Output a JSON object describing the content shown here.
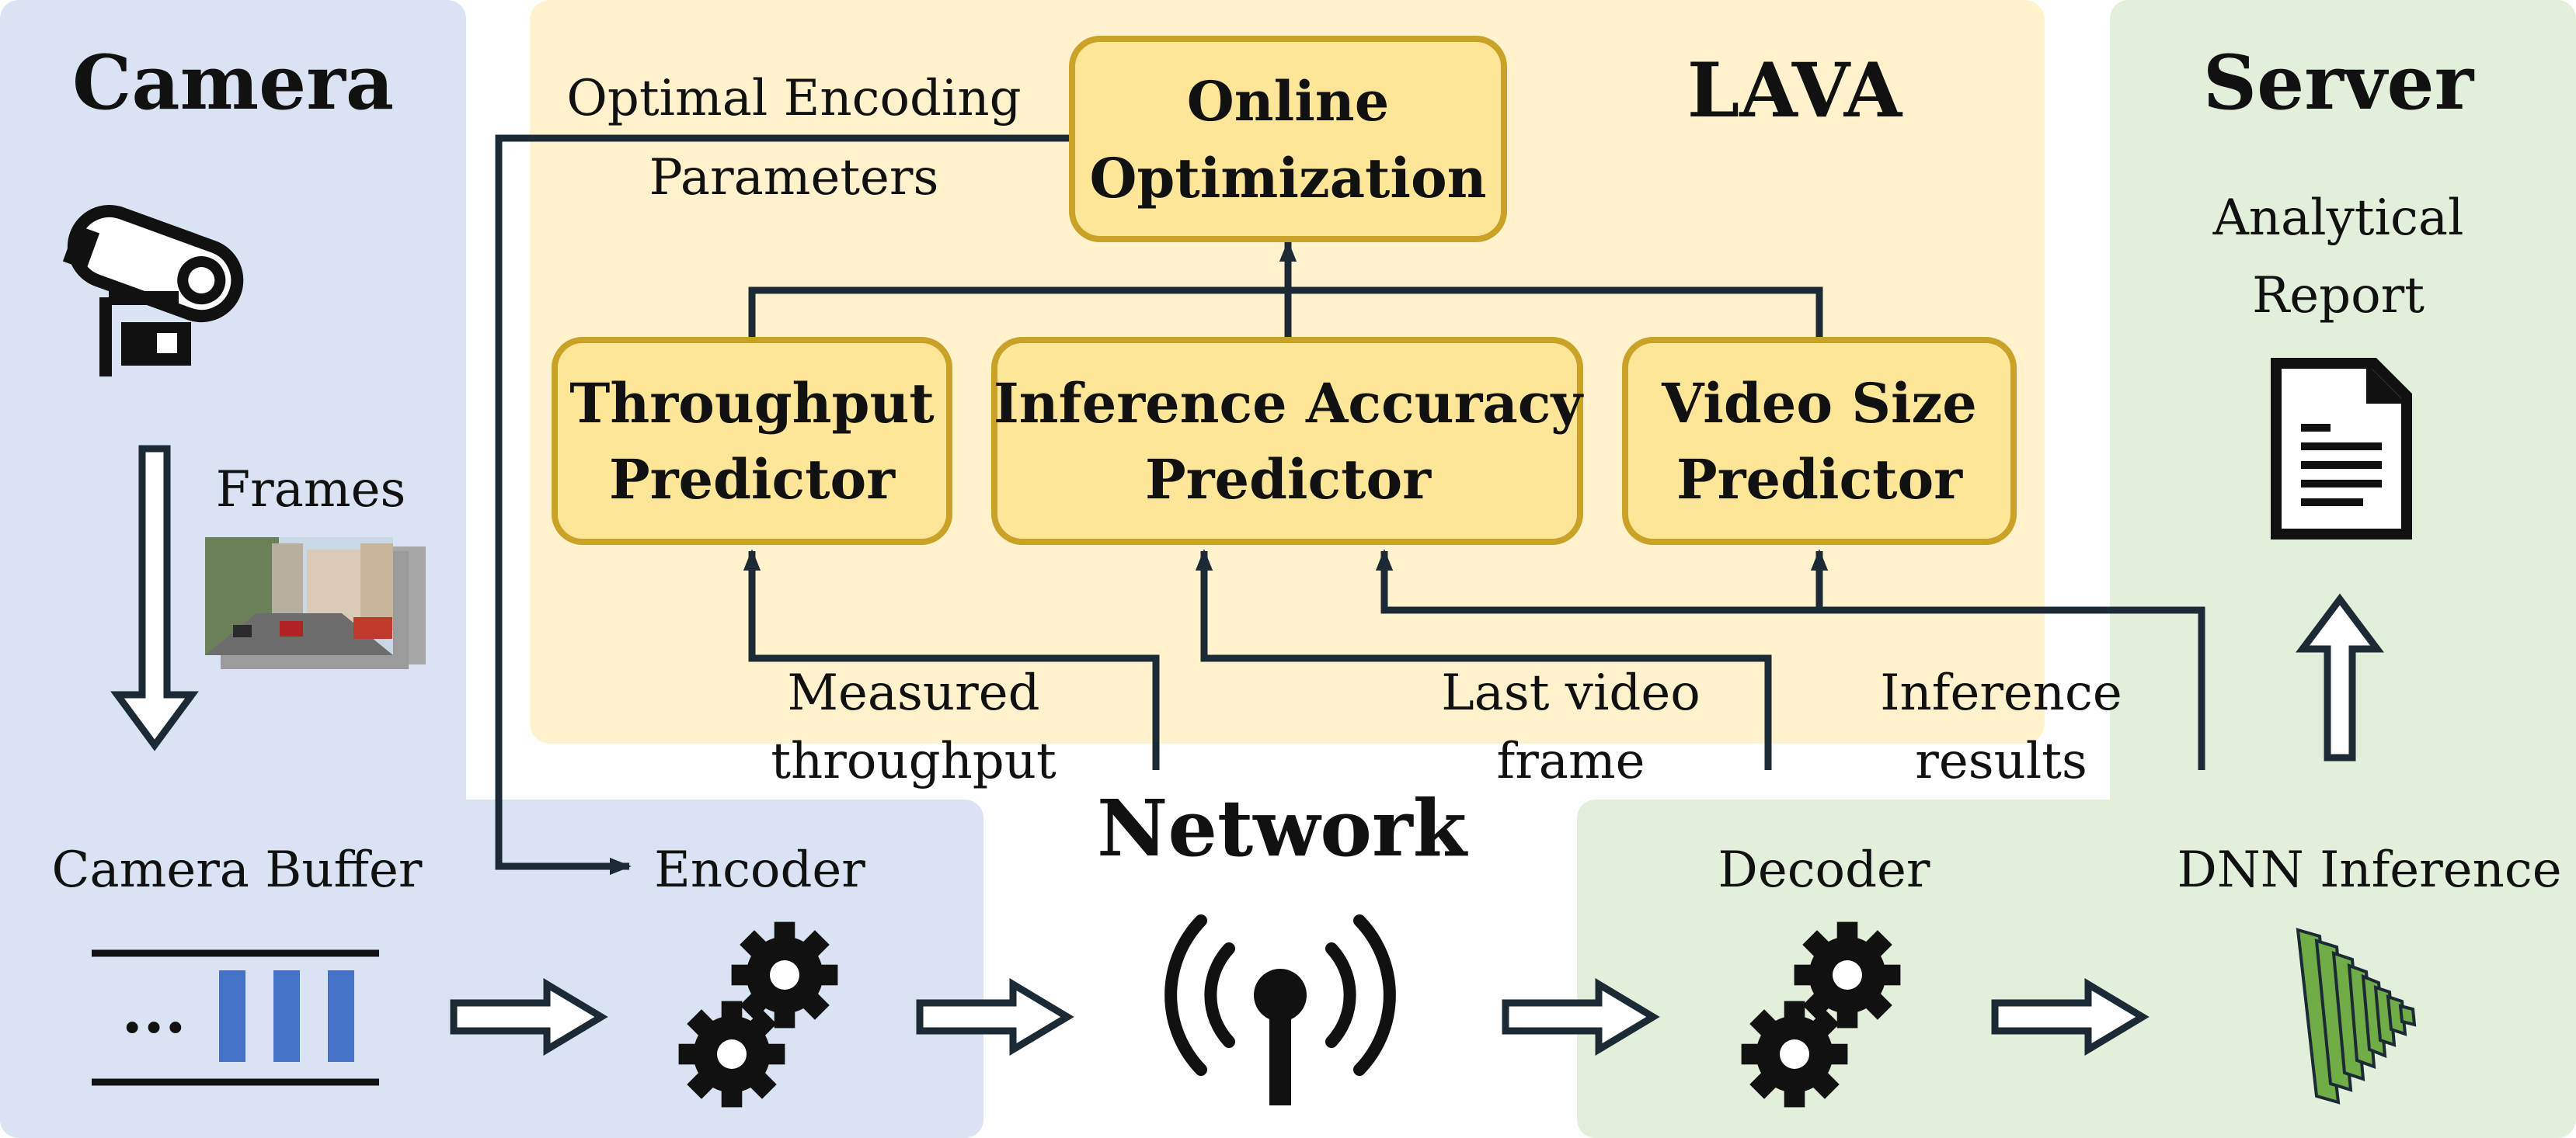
{
  "camera": {
    "title": "Camera",
    "frames_label": "Frames",
    "buffer_label": "Camera Buffer",
    "buffer_ellipsis": "...",
    "encoder_label": "Encoder"
  },
  "lava": {
    "title": "LAVA",
    "optimal_params_line1": "Optimal Encoding",
    "optimal_params_line2": "Parameters",
    "online_opt_line1": "Online",
    "online_opt_line2": "Optimization",
    "throughput_pred_line1": "Throughput",
    "throughput_pred_line2": "Predictor",
    "accuracy_pred_line1": "Inference Accuracy",
    "accuracy_pred_line2": "Predictor",
    "size_pred_line1": "Video Size",
    "size_pred_line2": "Predictor",
    "measured_line1": "Measured",
    "measured_line2": "throughput",
    "last_frame_line1": "Last video",
    "last_frame_line2": "frame",
    "inference_results_line1": "Inference",
    "inference_results_line2": "results"
  },
  "network": {
    "title": "Network"
  },
  "server": {
    "title": "Server",
    "report_line1": "Analytical",
    "report_line2": "Report",
    "decoder_label": "Decoder",
    "dnn_label": "DNN Inference"
  },
  "colors": {
    "camera_bg": "#dae3f3",
    "lava_bg": "#fff2cc",
    "server_bg": "#e2efda",
    "predictor_fill": "#fee699",
    "predictor_border": "#c9a227",
    "line": "#1c2a36",
    "buffer_blue": "#4472c4",
    "dnn_green": "#70ad47"
  },
  "icons": [
    "security-camera-icon",
    "frames-image-icon",
    "down-arrow-icon",
    "buffer-icon",
    "gears-icon",
    "wireless-antenna-icon",
    "document-icon",
    "up-arrow-icon",
    "dnn-layers-icon",
    "right-arrow-icon"
  ]
}
